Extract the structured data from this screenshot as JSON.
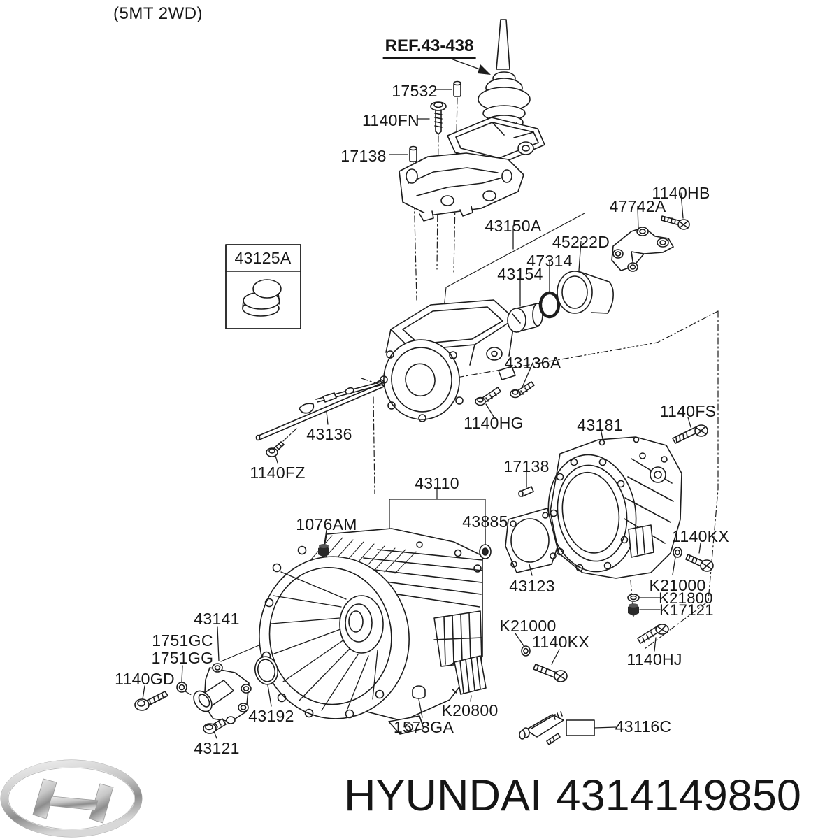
{
  "page": {
    "variant_label": "(5MT 2WD)",
    "reference_callout": "REF.43-438"
  },
  "diagram": {
    "description": "Exploded parts diagram of 5MT 2WD manual transmission case",
    "callouts": [
      {
        "text": "17532"
      },
      {
        "text": "1140FN"
      },
      {
        "text": "17138"
      },
      {
        "text": "47742A"
      },
      {
        "text": "1140HB"
      },
      {
        "text": "43150A"
      },
      {
        "text": "45222D"
      },
      {
        "text": "47314"
      },
      {
        "text": "43154"
      },
      {
        "text": "43125A"
      },
      {
        "text": "43136A"
      },
      {
        "text": "1140HG"
      },
      {
        "text": "43181"
      },
      {
        "text": "1140FS"
      },
      {
        "text": "17138"
      },
      {
        "text": "43136"
      },
      {
        "text": "1140FZ"
      },
      {
        "text": "43110"
      },
      {
        "text": "1076AM"
      },
      {
        "text": "43885"
      },
      {
        "text": "43123"
      },
      {
        "text": "1140KX"
      },
      {
        "text": "K21000"
      },
      {
        "text": "K21800"
      },
      {
        "text": "K17121"
      },
      {
        "text": "1140HJ"
      },
      {
        "text": "K21000"
      },
      {
        "text": "1140KX"
      },
      {
        "text": "43141"
      },
      {
        "text": "1751GC"
      },
      {
        "text": "1751GG"
      },
      {
        "text": "1140GD"
      },
      {
        "text": "43192"
      },
      {
        "text": "43121"
      },
      {
        "text": "1573GA"
      },
      {
        "text": "K20800"
      },
      {
        "text": "43116C"
      }
    ]
  },
  "footer": {
    "brand": "HYUNDAI",
    "part_number": "4314149850",
    "logo": "hyundai-logo"
  },
  "colors": {
    "line": "#1c1c1c",
    "text": "#161616",
    "background": "#ffffff",
    "logo_silver_light": "#f0f0f0",
    "logo_silver_dark": "#8d8d8d"
  }
}
